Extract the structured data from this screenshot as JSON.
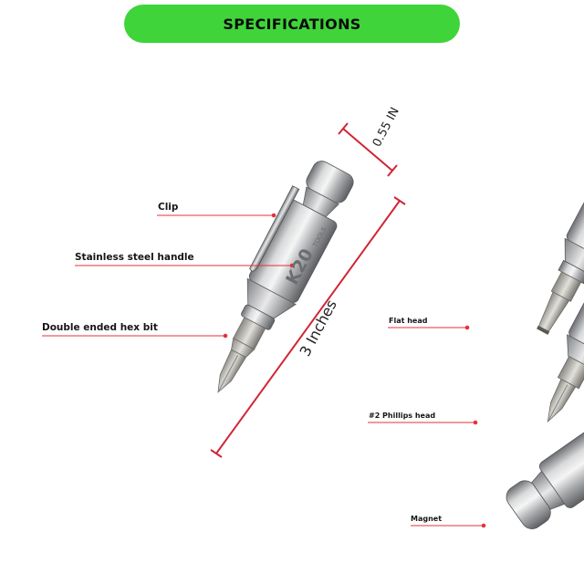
{
  "banner": {
    "title": "SPECIFICATIONS",
    "color": "#3fd43a"
  },
  "accent_line_color": "#e5303c",
  "dimensions": {
    "width": "0.55 IN",
    "length": "3 Inches"
  },
  "brand": {
    "logo": "K20",
    "sub": "TOOLS"
  },
  "left_labels": {
    "clip": "Clip",
    "handle": "Stainless steel handle",
    "bit": "Double ended hex bit"
  },
  "right_labels": {
    "flat": "Flat head",
    "phillips": "#2 Phillips head",
    "magnet": "Magnet"
  }
}
